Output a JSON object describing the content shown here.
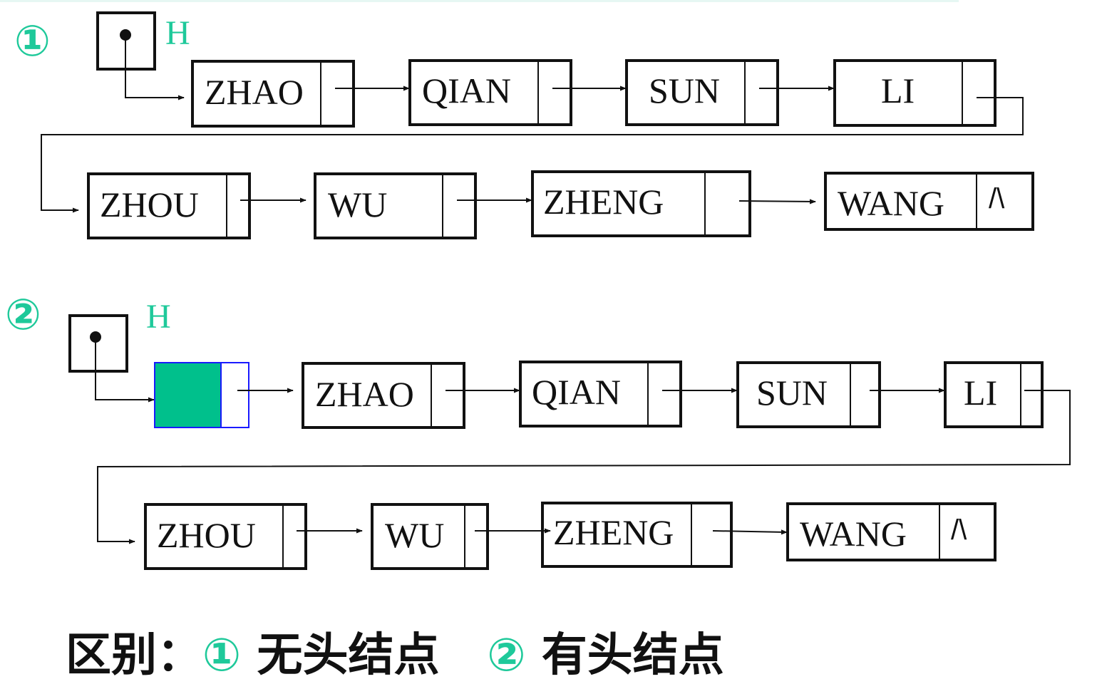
{
  "colors": {
    "accent": "#1ec99a",
    "head_fill": "#00c08c",
    "head_border": "#1a1aff",
    "ink": "#111111"
  },
  "diagram1": {
    "marker": "①",
    "head_label": "H",
    "row1": [
      "ZHAO",
      "QIAN",
      "SUN",
      "LI"
    ],
    "row2": [
      "ZHOU",
      "WU",
      "ZHENG",
      "WANG"
    ],
    "null_symbol": "/\\"
  },
  "diagram2": {
    "marker": "②",
    "head_label": "H",
    "row1": [
      "ZHAO",
      "QIAN",
      "SUN",
      "LI"
    ],
    "row2": [
      "ZHOU",
      "WU",
      "ZHENG",
      "WANG"
    ],
    "null_symbol": "/\\"
  },
  "caption": {
    "prefix": "区别：",
    "num1": "①",
    "text1": "无头结点",
    "num2": "②",
    "text2": "有头结点"
  }
}
